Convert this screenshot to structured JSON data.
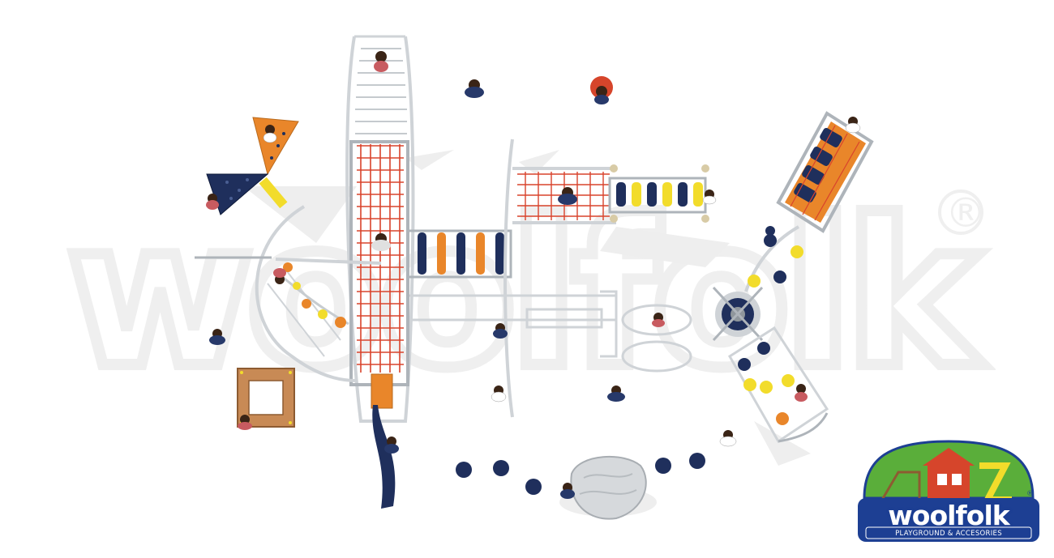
{
  "watermark": {
    "text": "woolfolk",
    "registered_mark": "®"
  },
  "logo": {
    "brand_name": "woolfolk",
    "tagline": "PLAYGROUND & ACCESORIES",
    "registered_mark": "®"
  },
  "colors": {
    "frame": "#cfd3d7",
    "frame_dark": "#aeb4ba",
    "net_red": "#d9432c",
    "orange": "#e9862a",
    "navy": "#1f2f5c",
    "yellow": "#f2dc2b",
    "wood": "#c88a55",
    "logo_blue": "#1d3f93",
    "logo_green": "#5aae3a",
    "logo_red": "#d6452b"
  }
}
